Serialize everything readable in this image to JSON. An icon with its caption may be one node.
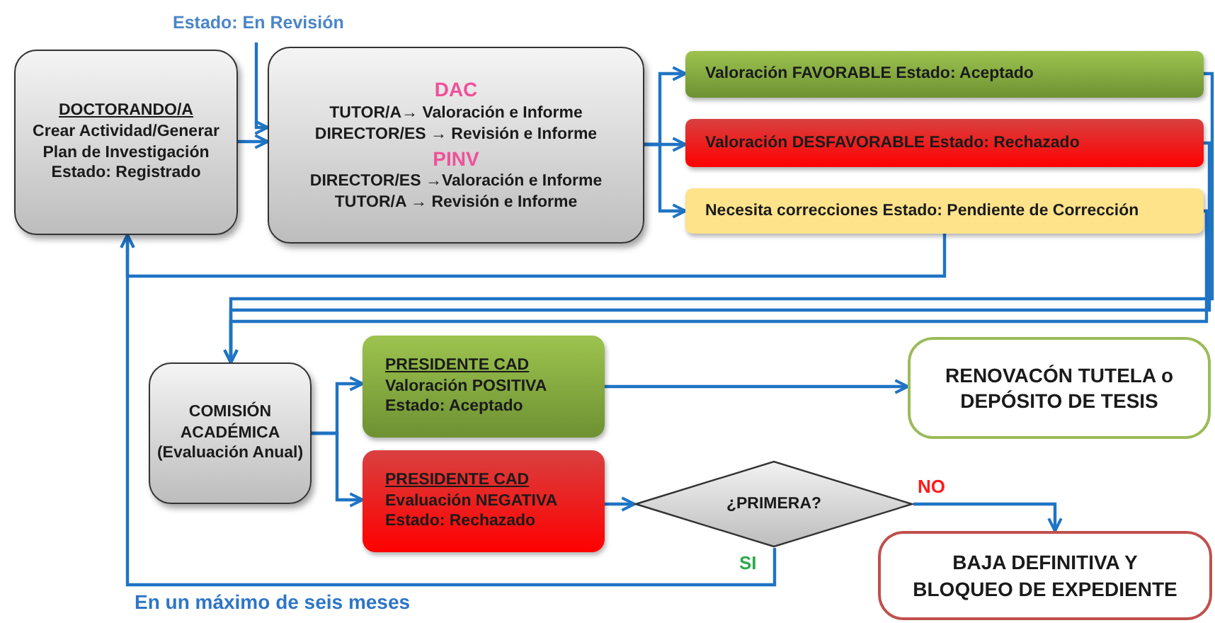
{
  "diagram": {
    "nodes": [
      {
        "text": [
          "DOCTORANDO/A",
          "Crear Actividad/Generar Plan de Investigación",
          "Estado: Registrado"
        ]
      },
      {
        "text": [
          "DAC",
          "TUTOR/A→ Valoración e Informe",
          "DIRECTOR/ES → Revisión e Informe",
          "PINV",
          "DIRECTOR/ES →Valoración e Informe",
          "TUTOR/A → Revisión e Informe"
        ]
      },
      {
        "text": [
          "Valoración  FAVORABLE Estado: Aceptado"
        ]
      },
      {
        "text": [
          "Valoración  DESFAVORABLE Estado: Rechazado"
        ]
      },
      {
        "text": [
          "Necesita correcciones  Estado: Pendiente  de Corrección"
        ]
      },
      {
        "text": [
          "COMISIÓN ACADÉMICA (Evaluación Anual)"
        ]
      },
      {
        "text": [
          "PRESIDENTE CAD",
          "Valoración  POSITIVA",
          "Estado: Aceptado"
        ]
      },
      {
        "text": [
          "PRESIDENTE CAD",
          "Evaluación  NEGATIVA",
          "Estado: Rechazado"
        ]
      },
      {
        "text": [
          "RENOVACÓN TUTELA o DEPÓSITO DE TESIS"
        ]
      },
      {
        "text": [
          "¿PRIMERA?"
        ]
      },
      {
        "text": [
          "BAJA DEFINITIVA Y BLOQUEO DE EXPEDIENTE"
        ]
      }
    ],
    "edges": [
      {
        "from": 0,
        "to": 1,
        "arrow": "to"
      },
      {
        "from": null,
        "to": 1,
        "arrow": "to",
        "label": "Estado: En Revisión"
      },
      {
        "from": 1,
        "to": 2,
        "arrow": "to"
      },
      {
        "from": 1,
        "to": 3,
        "arrow": "to"
      },
      {
        "from": 1,
        "to": 4,
        "arrow": "to"
      },
      {
        "from": 4,
        "to": 0,
        "arrow": "to"
      },
      {
        "from": 2,
        "to": 5,
        "arrow": "to"
      },
      {
        "from": 3,
        "to": 5,
        "arrow": "to"
      },
      {
        "from": 4,
        "to": 5,
        "arrow": "to"
      },
      {
        "from": 5,
        "to": 6,
        "arrow": "to"
      },
      {
        "from": 5,
        "to": 7,
        "arrow": "to"
      },
      {
        "from": 6,
        "to": 8,
        "arrow": "to"
      },
      {
        "from": 7,
        "to": 9,
        "arrow": "to"
      },
      {
        "from": 9,
        "to": 10,
        "arrow": "to",
        "label": "NO"
      },
      {
        "from": 9,
        "to": 0,
        "arrow": "to",
        "label": "SI"
      }
    ],
    "labels": [
      "En un máximo de seis meses"
    ]
  }
}
